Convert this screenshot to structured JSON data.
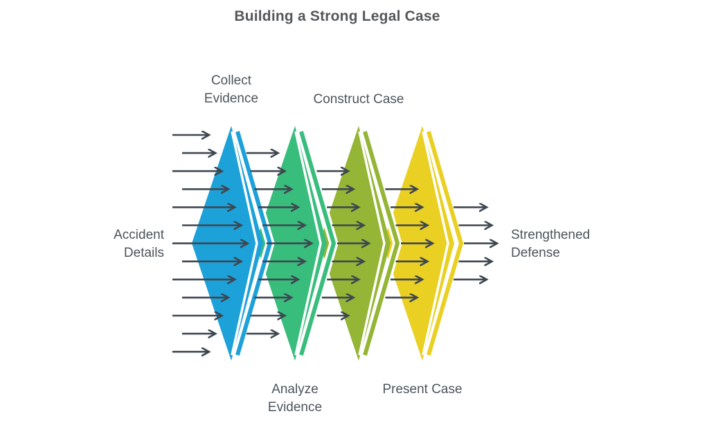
{
  "title": "Building a Strong Legal Case",
  "input": {
    "label": "Accident Details",
    "lines": [
      "Accident",
      "Details"
    ]
  },
  "output": {
    "label": "Strengthened Defense",
    "lines": [
      "Strengthened",
      "Defense"
    ]
  },
  "stages": [
    {
      "name": "Collect Evidence",
      "lines": [
        "Collect",
        "Evidence"
      ],
      "color": "#1da1d9",
      "label_position": "top"
    },
    {
      "name": "Analyze Evidence",
      "lines": [
        "Analyze",
        "Evidence"
      ],
      "color": "#38bd7d",
      "label_position": "bottom"
    },
    {
      "name": "Construct Case",
      "lines": [
        "Construct Case"
      ],
      "color": "#94b535",
      "label_position": "top"
    },
    {
      "name": "Present Case",
      "lines": [
        "Present Case"
      ],
      "color": "#e9d022",
      "label_position": "bottom"
    }
  ],
  "flow": {
    "arrow_rows": 13,
    "direction": "left-to-right"
  },
  "colors": {
    "background": "#ffffff",
    "arrow": "#3e4750",
    "stripe": "#ffffff",
    "title_text": "#55575a",
    "label_text": "#4d545b"
  }
}
